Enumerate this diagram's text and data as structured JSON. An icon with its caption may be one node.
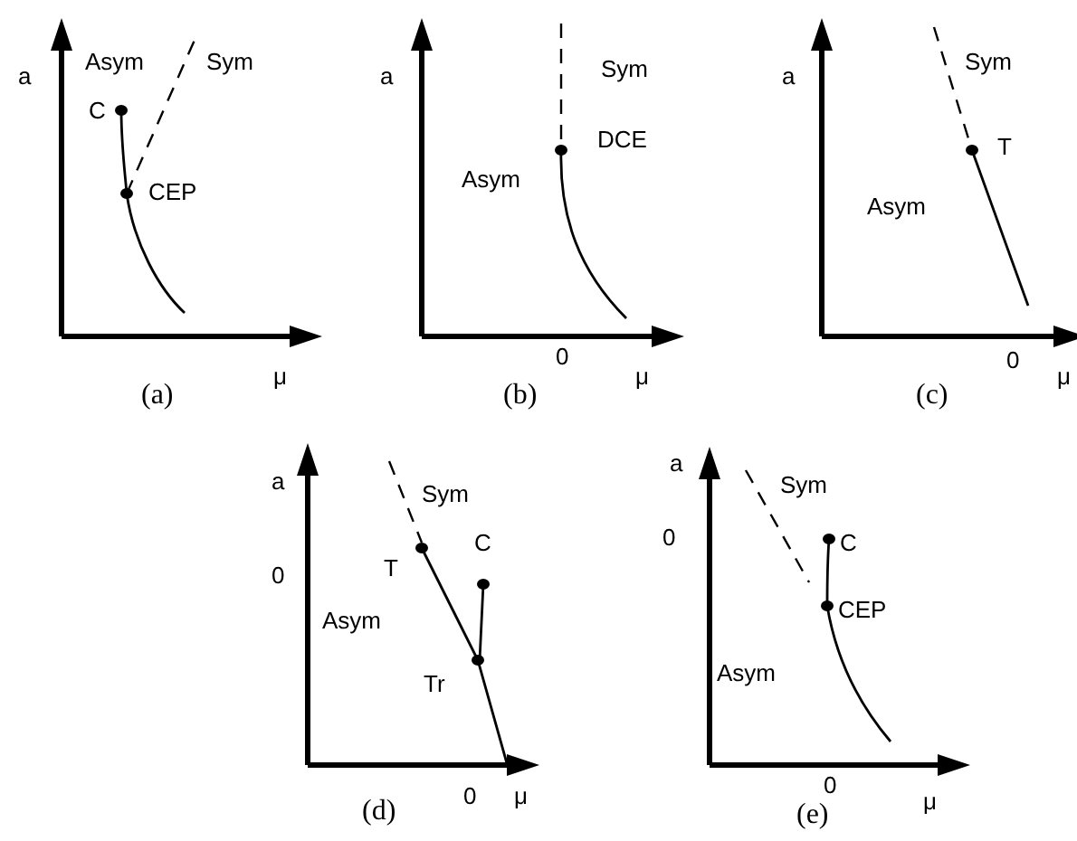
{
  "diagram": {
    "labels": [
      "a",
      "Asym",
      "Sym",
      "C",
      "CEP",
      "μ",
      "(a)",
      "a",
      "Sym",
      "DCE",
      "Asym",
      "0",
      "μ",
      "(b)",
      "a",
      "Sym",
      "T",
      "Asym",
      "0",
      "μ",
      "(c)",
      "a",
      "0",
      "Sym",
      "T",
      "C",
      "Asym",
      "Tr",
      "0",
      "μ",
      "(d)",
      "a",
      "0",
      "Sym",
      "C",
      "CEP",
      "Asym",
      "0",
      "μ",
      "(e)"
    ]
  }
}
